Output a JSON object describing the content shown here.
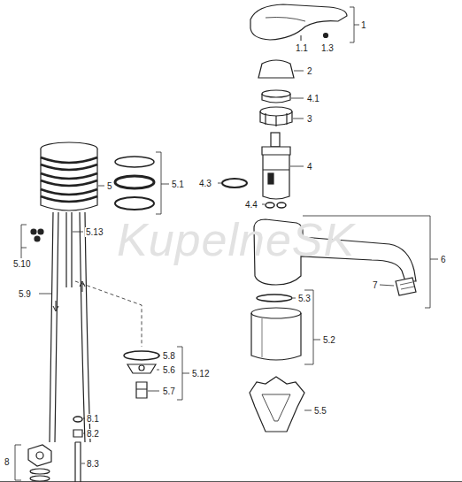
{
  "diagram": {
    "labels": [
      "1",
      "1.1",
      "1.3",
      "2",
      "4.1",
      "3",
      "5",
      "5.1",
      "4.3",
      "4",
      "4.4",
      "6",
      "5.13",
      "5.10",
      "7",
      "5.9",
      "5.3",
      "5.2",
      "5.8",
      "5.6",
      "5.12",
      "5.7",
      "8.1",
      "8.2",
      "5.5",
      "8.3",
      "8",
      "KupelneSK"
    ]
  }
}
